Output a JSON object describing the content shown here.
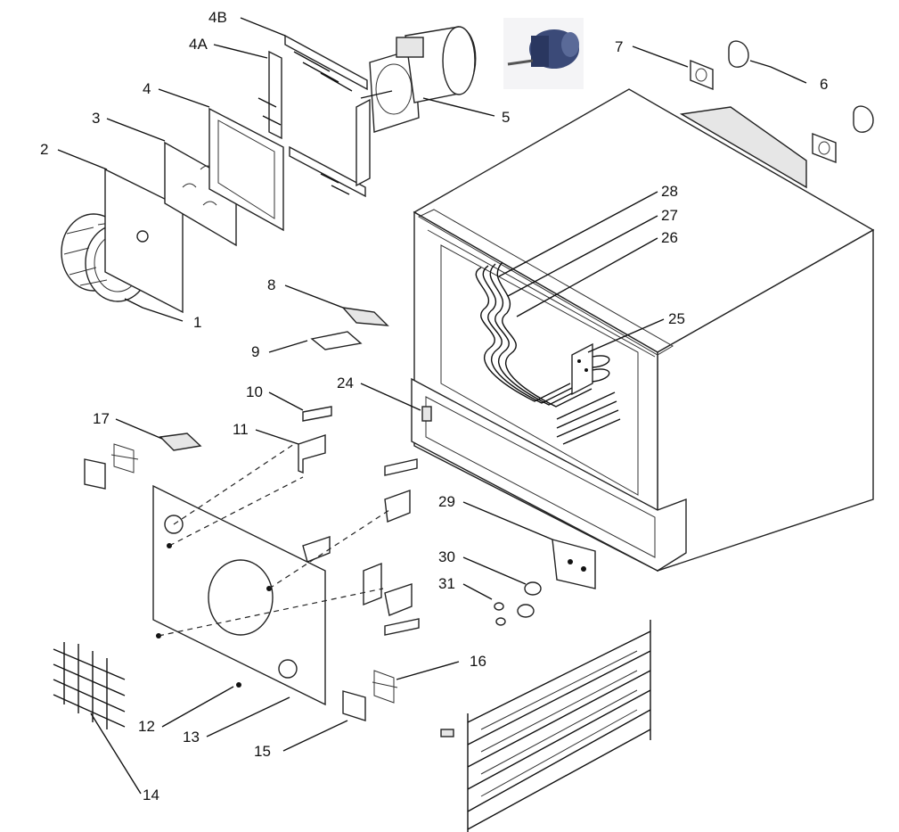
{
  "callouts": [
    {
      "id": "c1",
      "text": "1"
    },
    {
      "id": "c2",
      "text": "2"
    },
    {
      "id": "c3",
      "text": "3"
    },
    {
      "id": "c4",
      "text": "4"
    },
    {
      "id": "c4a",
      "text": "4A"
    },
    {
      "id": "c4b",
      "text": "4B"
    },
    {
      "id": "c5",
      "text": "5"
    },
    {
      "id": "c6",
      "text": "6"
    },
    {
      "id": "c7",
      "text": "7"
    },
    {
      "id": "c8",
      "text": "8"
    },
    {
      "id": "c9",
      "text": "9"
    },
    {
      "id": "c10",
      "text": "10"
    },
    {
      "id": "c11",
      "text": "11"
    },
    {
      "id": "c12",
      "text": "12"
    },
    {
      "id": "c13",
      "text": "13"
    },
    {
      "id": "c14",
      "text": "14"
    },
    {
      "id": "c15",
      "text": "15"
    },
    {
      "id": "c16",
      "text": "16"
    },
    {
      "id": "c17",
      "text": "17"
    },
    {
      "id": "c24",
      "text": "24"
    },
    {
      "id": "c25",
      "text": "25"
    },
    {
      "id": "c26",
      "text": "26"
    },
    {
      "id": "c27",
      "text": "27"
    },
    {
      "id": "c28",
      "text": "28"
    },
    {
      "id": "c29",
      "text": "29"
    },
    {
      "id": "c30",
      "text": "30"
    },
    {
      "id": "c31",
      "text": "31"
    }
  ],
  "colors": {
    "ink": "#111111",
    "motor_photo": "#3b4a78",
    "background": "#ffffff"
  }
}
